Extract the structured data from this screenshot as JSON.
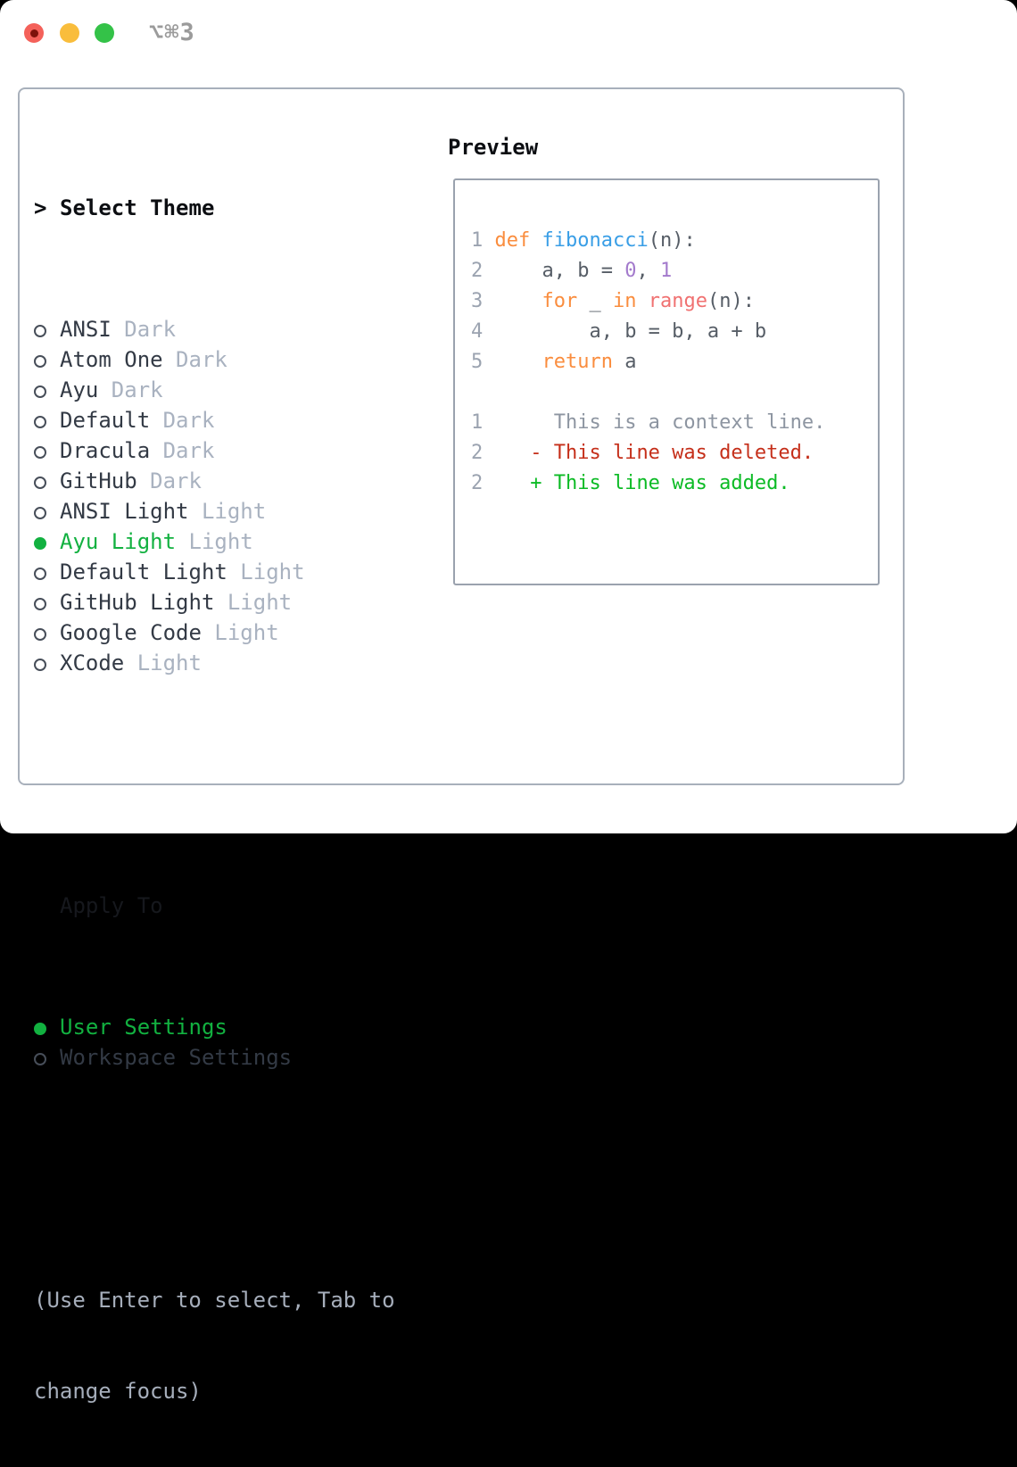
{
  "window": {
    "title": "⌥⌘3",
    "traffic_lights": [
      "close",
      "minimize",
      "zoom"
    ]
  },
  "theme_panel": {
    "header_marker": ">",
    "header": "Select Theme",
    "items": [
      {
        "name": "ANSI",
        "tag": "Dark",
        "selected": false
      },
      {
        "name": "Atom One",
        "tag": "Dark",
        "selected": false
      },
      {
        "name": "Ayu",
        "tag": "Dark",
        "selected": false
      },
      {
        "name": "Default",
        "tag": "Dark",
        "selected": false
      },
      {
        "name": "Dracula",
        "tag": "Dark",
        "selected": false
      },
      {
        "name": "GitHub",
        "tag": "Dark",
        "selected": false
      },
      {
        "name": "ANSI Light",
        "tag": "Light",
        "selected": false
      },
      {
        "name": "Ayu Light",
        "tag": "Light",
        "selected": true
      },
      {
        "name": "Default Light",
        "tag": "Light",
        "selected": false
      },
      {
        "name": "GitHub Light",
        "tag": "Light",
        "selected": false
      },
      {
        "name": "Google Code",
        "tag": "Light",
        "selected": false
      },
      {
        "name": "XCode",
        "tag": "Light",
        "selected": false
      }
    ]
  },
  "apply_panel": {
    "header": "Apply To",
    "items": [
      {
        "name": "User Settings",
        "selected": true
      },
      {
        "name": "Workspace Settings",
        "selected": false
      }
    ]
  },
  "help_text": [
    "(Use Enter to select, Tab to",
    "change focus)"
  ],
  "preview": {
    "header": "Preview",
    "code_lines": [
      {
        "num": "1",
        "segments": [
          {
            "text": "def",
            "color": "keyword"
          },
          {
            "text": " ",
            "color": "default"
          },
          {
            "text": "fibonacci",
            "color": "function"
          },
          {
            "text": "(n):",
            "color": "default"
          }
        ]
      },
      {
        "num": "2",
        "segments": [
          {
            "text": "    a, b = ",
            "color": "default"
          },
          {
            "text": "0",
            "color": "number"
          },
          {
            "text": ", ",
            "color": "default"
          },
          {
            "text": "1",
            "color": "number"
          }
        ]
      },
      {
        "num": "3",
        "segments": [
          {
            "text": "    ",
            "color": "default"
          },
          {
            "text": "for",
            "color": "keyword"
          },
          {
            "text": " _ ",
            "color": "default"
          },
          {
            "text": "in",
            "color": "keyword"
          },
          {
            "text": " ",
            "color": "default"
          },
          {
            "text": "range",
            "color": "builtin"
          },
          {
            "text": "(n):",
            "color": "default"
          }
        ]
      },
      {
        "num": "4",
        "segments": [
          {
            "text": "        a, b = b, a + b",
            "color": "default"
          }
        ]
      },
      {
        "num": "5",
        "segments": [
          {
            "text": "    ",
            "color": "keyword"
          },
          {
            "text": "return",
            "color": "keyword"
          },
          {
            "text": " a",
            "color": "default"
          }
        ]
      }
    ],
    "diff_lines": [
      {
        "num": "1",
        "segments": [
          {
            "text": "     This is a context line.",
            "color": "context"
          }
        ]
      },
      {
        "num": "2",
        "segments": [
          {
            "text": "   - This line was deleted.",
            "color": "removed"
          }
        ]
      },
      {
        "num": "2",
        "segments": [
          {
            "text": "   + This line was added.",
            "color": "added"
          }
        ]
      }
    ]
  },
  "palette": {
    "keyword": "#fa8d3e",
    "function": "#399ee6",
    "number": "#a37acc",
    "builtin": "#f07171",
    "default": "#565d66",
    "context": "#8d95a1",
    "removed": "#c52f1a",
    "added": "#0cbb25",
    "selection": "#12b140",
    "line_number": "#9ba3b0",
    "traffic_red": "#f4615a",
    "traffic_yellow": "#f9bd3c",
    "traffic_green": "#34c248"
  }
}
